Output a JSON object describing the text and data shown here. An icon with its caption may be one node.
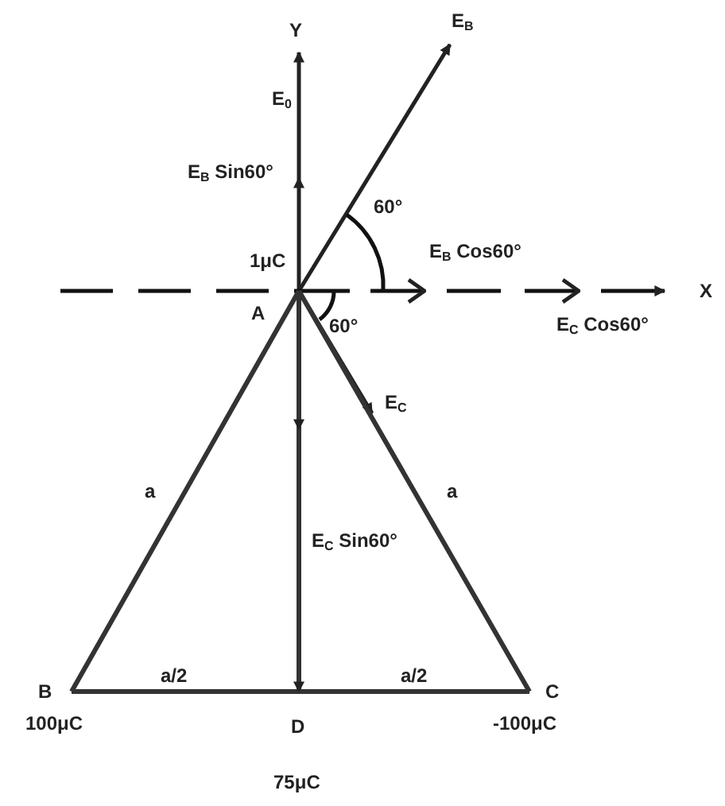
{
  "diagram": {
    "nodes": [
      {
        "text": [
          "A"
        ],
        "beside": [
          "1μC"
        ]
      },
      {
        "text": [
          "B"
        ],
        "beside": [
          "100μC"
        ]
      },
      {
        "text": [
          "D"
        ],
        "beside": [
          "75μC"
        ]
      },
      {
        "text": [
          "C"
        ],
        "beside": [
          "-100μC"
        ]
      }
    ],
    "edges": [
      {
        "from": 1,
        "to": 0,
        "arrow": "none",
        "label": "a"
      },
      {
        "from": 0,
        "to": 3,
        "arrow": "none",
        "label": "a"
      },
      {
        "from": 1,
        "to": 2,
        "arrow": "none",
        "label": "a/2"
      },
      {
        "from": 2,
        "to": 3,
        "arrow": "none",
        "label": "a/2"
      },
      {
        "from": 0,
        "to": 2,
        "arrow": "to",
        "label": "E$_{C}$ Sin60°"
      }
    ],
    "labels": [
      "Y",
      "E$_{B}$",
      "E$_{0}$",
      "E$_{B}$ Sin60°",
      "60°",
      "E$_{B}$ Cos60°",
      "X",
      "60°",
      "E$_{C}$ Cos60°",
      "E$_{C}$"
    ]
  }
}
